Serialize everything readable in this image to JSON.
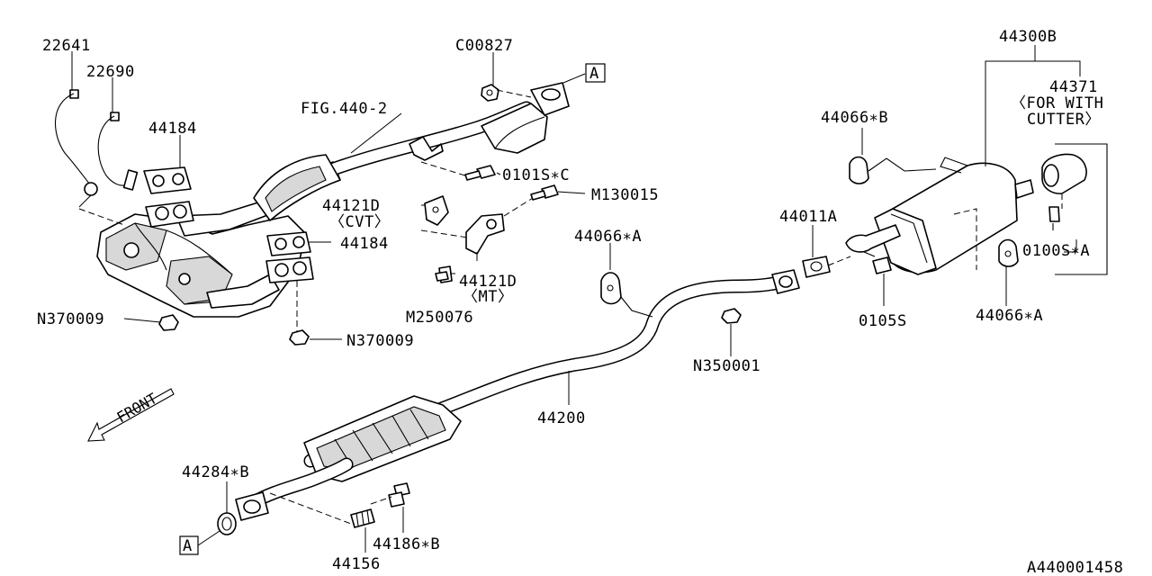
{
  "diagram_id": "A440001458",
  "front_label": "FRONT",
  "labels": {
    "sensor_front": "22641",
    "sensor_rear": "22690",
    "gasket_upper": "44184",
    "gasket_lower": "44184",
    "fig_ref": "FIG.440-2",
    "nut_top": "C00827",
    "ref_top": "A",
    "bolt_c": "0101S∗C",
    "bolt_m": "M130015",
    "bracket_cvt": "44121D",
    "bracket_cvt_note": "〈CVT〉",
    "bracket_mt": "44121D",
    "bracket_mt_note": "〈MT〉",
    "stud": "M250076",
    "nut_left": "N370009",
    "nut_mid": "N370009",
    "hanger_a_center": "44066∗A",
    "nut_center": "N350001",
    "center_pipe": "44200",
    "gasket_44011": "44011A",
    "hanger_b": "44066∗B",
    "muffler": "44300B",
    "cutter": "44371",
    "cutter_note_1": "〈FOR WITH",
    "cutter_note_2": "CUTTER〉",
    "bolt_0100": "0100S∗A",
    "bolt_0105": "0105S",
    "hanger_a_rear": "44066∗A",
    "gasket_44284": "44284∗B",
    "ref_bottom": "A",
    "spring": "44156",
    "bolt_44186": "44186∗B"
  }
}
